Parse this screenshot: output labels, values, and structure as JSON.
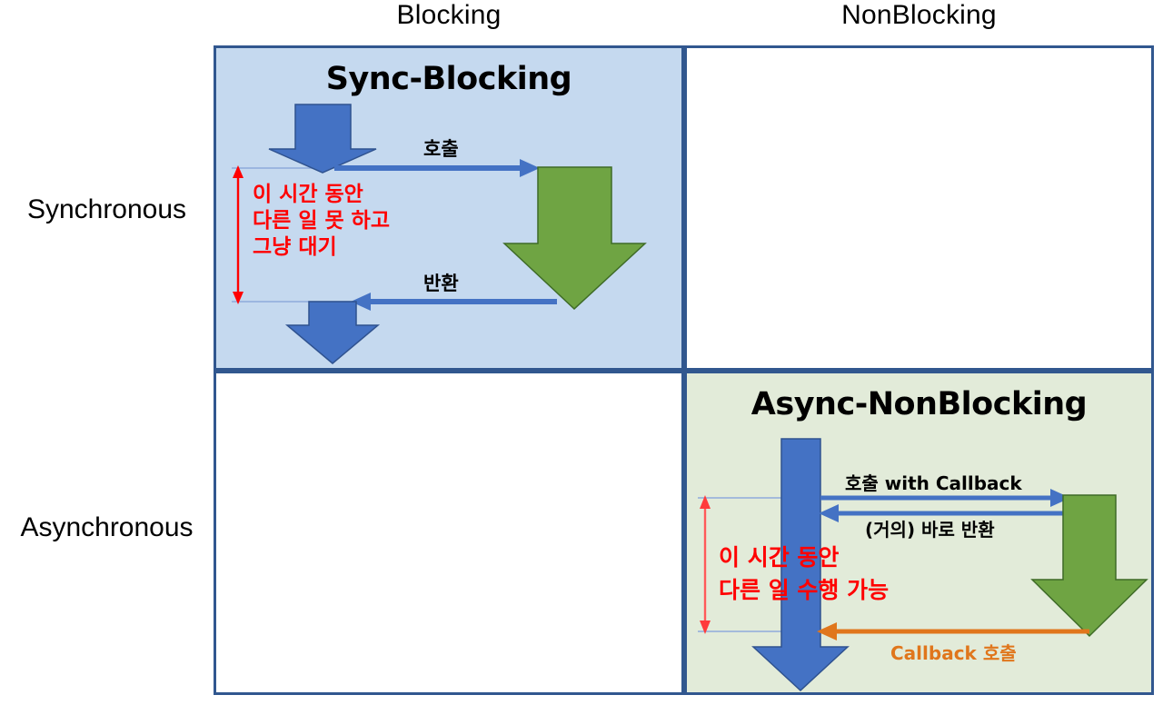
{
  "axes": {
    "columns": [
      {
        "label": "Blocking"
      },
      {
        "label": "NonBlocking"
      }
    ],
    "rows": [
      {
        "label": "Synchronous"
      },
      {
        "label": "Asynchronous"
      }
    ]
  },
  "colors": {
    "grid_border": "#31578F",
    "sync_blocking_fill": "#C5D9EF",
    "async_nonblocking_fill": "#E2EBD9",
    "caller_arrow_blue": "#4472C4",
    "callee_arrow_green": "#6FA443",
    "callback_arrow_orange": "#E0761C",
    "duration_marker_red": "#FF0000",
    "label_black": "#000000"
  },
  "quadrants": {
    "sync_blocking": {
      "title": "Sync-Blocking",
      "call_label": "호출",
      "return_label": "반환",
      "duration_note": [
        "이 시간 동안",
        "다른 일 못 하고",
        "그냥 대기"
      ]
    },
    "sync_nonblocking": {
      "title": ""
    },
    "async_blocking": {
      "title": ""
    },
    "async_nonblocking": {
      "title": "Async-NonBlocking",
      "call_label": "호출 with Callback",
      "return_label": "(거의) 바로 반환",
      "callback_label": "Callback 호출",
      "duration_note": [
        "이 시간 동안",
        "다른 일 수행 가능"
      ]
    }
  }
}
